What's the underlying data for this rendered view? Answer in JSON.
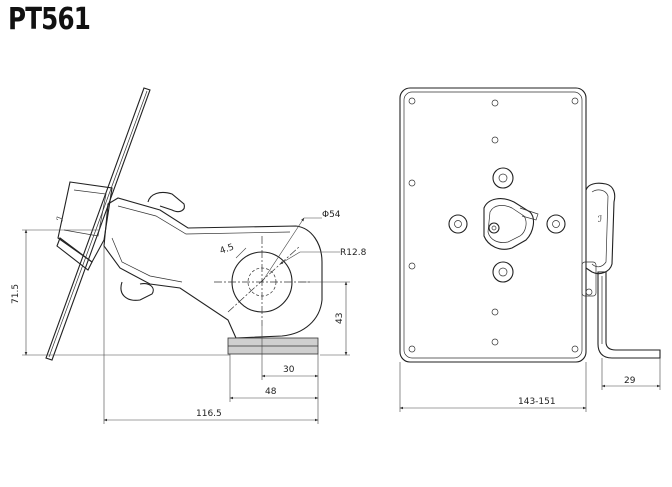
{
  "title": "PT561",
  "dimensions": {
    "d_hole": "Φ54",
    "radius": "R12.8",
    "angle_offset": "4.5",
    "height_total": "71.5",
    "height_base": "43",
    "base_30": "30",
    "base_48": "48",
    "length_total": "116.5",
    "plate_width": "143-151",
    "clip_depth": "29"
  }
}
